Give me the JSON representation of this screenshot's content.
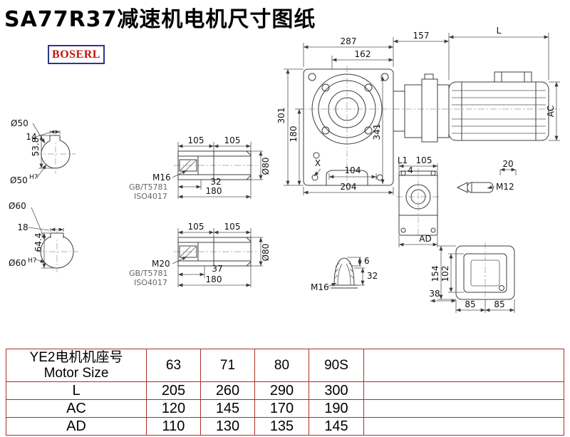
{
  "title": "SA77R37减速机电机尺寸图纸",
  "logo": "BOSERL",
  "main": {
    "d287": "287",
    "d162": "162",
    "d157": "157",
    "dL": "L",
    "d301": "301",
    "d180": "180",
    "d341": "341",
    "dAC": "AC",
    "dX": "X",
    "d104": "104",
    "d204": "204"
  },
  "shaft50": {
    "dia": "Ø50",
    "fit_dia": "Ø50",
    "fit_sup": "H7",
    "key_w": "14",
    "key_d": "53.8"
  },
  "shaft60": {
    "dia": "Ø60",
    "fit_dia": "Ø60",
    "fit_sup": "H7",
    "key_w": "18",
    "key_d": "64.4"
  },
  "end1": {
    "seg_a": "105",
    "seg_b": "105",
    "bolt": "M16",
    "std1": "GB/T5781",
    "std2": "ISO4017",
    "len_a": "32",
    "len_total": "180",
    "dia": "Ø80"
  },
  "end2": {
    "seg_a": "105",
    "seg_b": "105",
    "bolt": "M20",
    "std1": "GB/T5781",
    "std2": "ISO4017",
    "len_a": "37",
    "len_total": "180",
    "dia": "Ø80"
  },
  "aux": {
    "l1": "L1",
    "d105": "105",
    "d4": "4",
    "d20": "20",
    "m12": "M12",
    "ad": "AD"
  },
  "cap": {
    "d6": "6",
    "d32": "32",
    "m16": "M16"
  },
  "endview": {
    "d154": "154",
    "d102": "102",
    "d38": "38",
    "d85a": "85",
    "d85b": "85"
  },
  "table": {
    "header_cn": "YE2电机机座号",
    "header_en": "Motor Size",
    "sizes": [
      "63",
      "71",
      "80",
      "90S"
    ],
    "rows": [
      {
        "label": "L",
        "values": [
          "205",
          "260",
          "290",
          "300"
        ]
      },
      {
        "label": "AC",
        "values": [
          "120",
          "145",
          "170",
          "190"
        ]
      },
      {
        "label": "AD",
        "values": [
          "110",
          "130",
          "135",
          "145"
        ]
      }
    ]
  }
}
